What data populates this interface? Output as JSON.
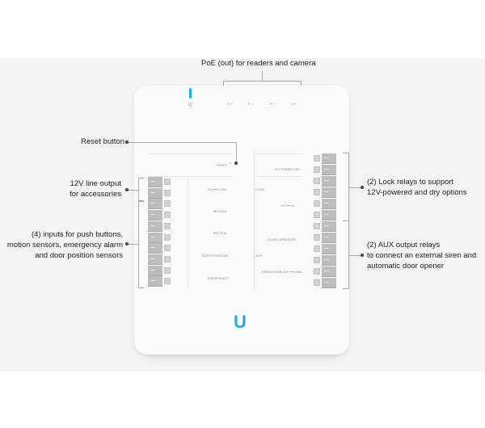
{
  "callouts": {
    "poe": "PoE (out) for readers and camera",
    "reset": "Reset button",
    "line_output": [
      "12V line output",
      "for accessories"
    ],
    "inputs": [
      "(4) inputs for push buttons,",
      "motion sensors, emergency alarm",
      "and door position sensors"
    ],
    "lock_relays": [
      "(2) Lock relays to support",
      "12V-powered and dry options"
    ],
    "aux_relays": [
      "(2) AUX output relays",
      "to connect an external siren and",
      "automatic door opener"
    ]
  },
  "device": {
    "ports": [
      "1 ⚡",
      "2 ⚡",
      "3 ⚡",
      "4 ⚡"
    ],
    "left_labels": [
      "RESET",
      "12V ⎓ 0.25A",
      "MOTION",
      "BUTTON",
      "DOOR POSITION",
      "EMERGENCY"
    ],
    "right_labels": [
      "NO POWER DRY",
      "LOCK",
      "12V ⎓ 1A",
      "DOOR OPERATOR",
      "AUX",
      "SIREN/CHIME 12V ⎓ 0.25A"
    ],
    "brand_color": "#12b4e8"
  }
}
